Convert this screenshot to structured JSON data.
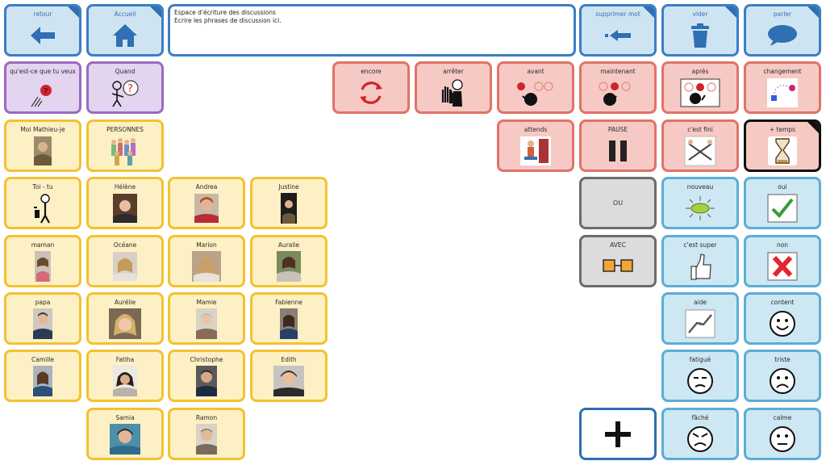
{
  "nav": {
    "retour": "retour",
    "accueil": "Accueil",
    "supprimer": "supprimer mot",
    "vider": "vider",
    "parler": "parler"
  },
  "textarea": {
    "line1": "Espace d'écriture des discussions",
    "line2": "Ecrire les phrases de discussion ici."
  },
  "cells": {
    "question": "qu'est-ce que tu veux",
    "quand": "Quand",
    "encore": "encore",
    "arreter": "arrêter",
    "avant": "avant",
    "maintenant": "maintenant",
    "apres": "après",
    "changement": "changement",
    "moi": "Moi Mathieu-je",
    "personnes": "PERSONNES",
    "attends": "attends",
    "pause": "PAUSE",
    "fini": "c'est fini",
    "temps": "+ temps",
    "toi": "Toi - tu",
    "helene": "Hélène",
    "andrea": "Andrea",
    "justine": "Justine",
    "ou": "OU",
    "nouveau": "nouveau",
    "oui": "oui",
    "maman": "maman",
    "oceane": "Océane",
    "marion": "Marion",
    "auralie": "Auralie",
    "avec": "AVEC",
    "super": "c'est super",
    "non": "non",
    "papa": "papa",
    "aurelie": "Aurélie",
    "mamie": "Mamie",
    "fabienne": "Fabienne",
    "aide": "aide",
    "content": "content",
    "camille": "Camille",
    "fatiha": "Fatiha",
    "christophe": "Christophe",
    "edith": "Edith",
    "fatigue": "fatigué",
    "triste": "triste",
    "samia": "Samia",
    "ramon": "Ramon",
    "fache": "fâché",
    "calme": "calme"
  },
  "colors": {
    "nav": "#3b7fc4",
    "purple": "#9b6bbf",
    "red": "#e07369",
    "yellow": "#f2c230",
    "blue": "#5aaed6",
    "gray": "#6b6b6b"
  },
  "icons": {
    "retour": "arrow-left-icon",
    "accueil": "home-icon",
    "supprimer": "backspace-arrow-icon",
    "vider": "trash-icon",
    "parler": "speech-bubble-icon",
    "plus": "plus-icon"
  }
}
